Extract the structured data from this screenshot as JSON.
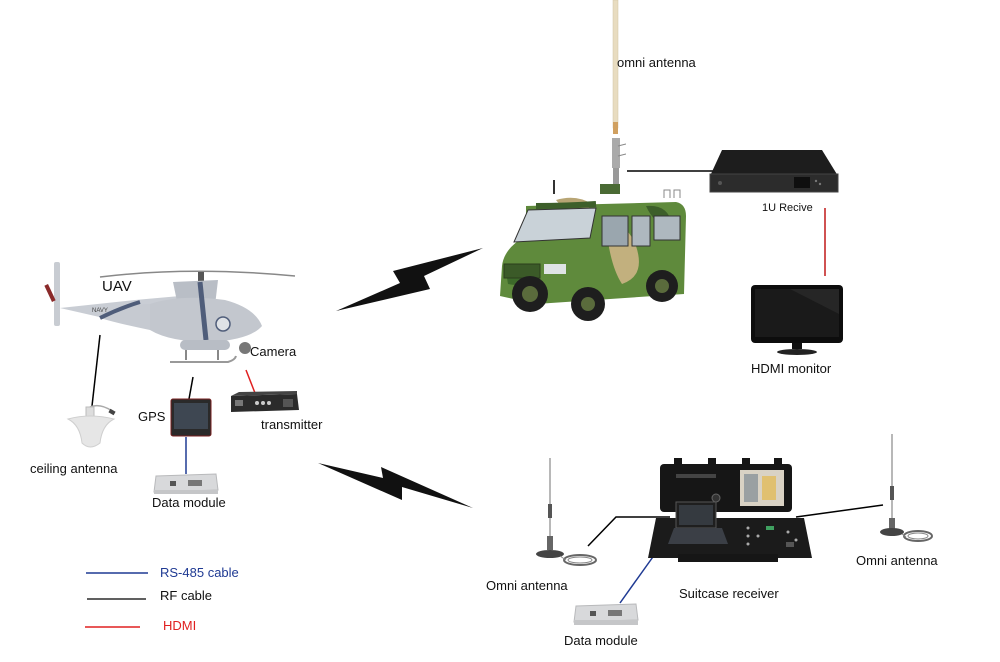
{
  "diagram": {
    "title": "UAV video transmission system",
    "airborne": {
      "uav_label": "UAV",
      "camera_label": "Camera",
      "gps_label": "GPS",
      "transmitter_label": "transmitter",
      "ceiling_antenna_label": "ceiling antenna",
      "data_module_label": "Data module"
    },
    "vehicle_station": {
      "omni_antenna_label": "omni antenna",
      "receiver_label": "1U Recive",
      "monitor_label": "HDMI monitor"
    },
    "suitcase_station": {
      "left_antenna_label": "Omni antenna",
      "right_antenna_label": "Omni antenna",
      "receiver_label": "Suitcase receiver",
      "data_module_label": "Data module"
    },
    "legend": {
      "items": [
        {
          "label": "RS-485 cable",
          "color": "#1f3a93"
        },
        {
          "label": "RF cable",
          "color": "#000000"
        },
        {
          "label": "HDMI",
          "color": "#e02020"
        }
      ]
    },
    "colors": {
      "rs485": "#1f3a93",
      "rf": "#000000",
      "hdmi": "#e02020",
      "link": "#111111"
    }
  }
}
